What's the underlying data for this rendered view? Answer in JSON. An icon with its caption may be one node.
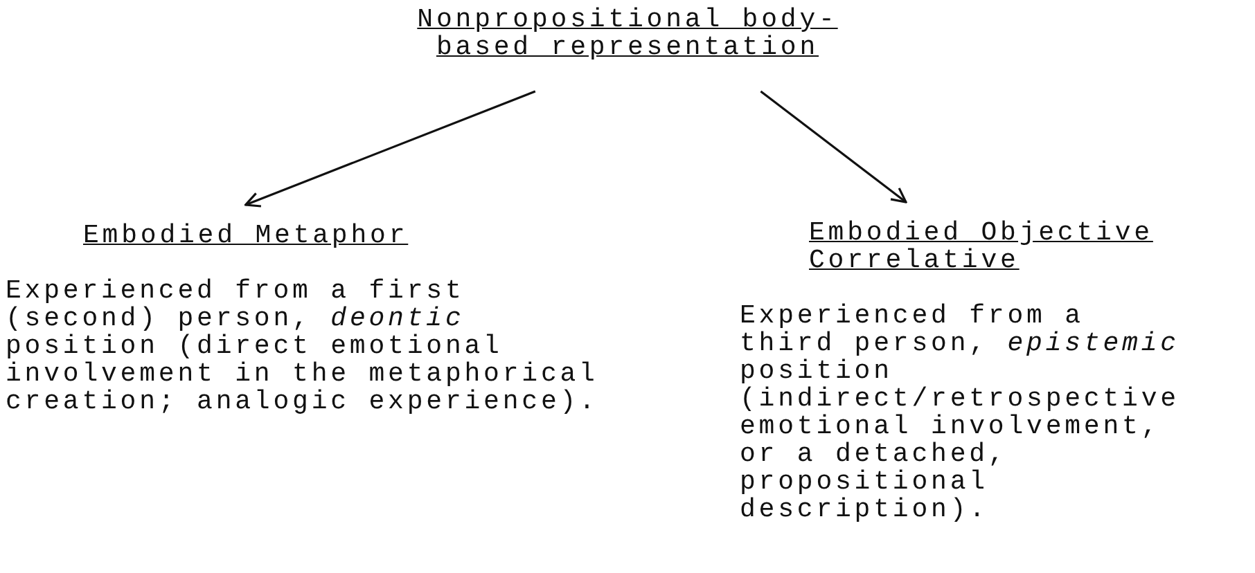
{
  "diagram": {
    "nodes": [
      {
        "text": [
          "Nonpropositional body-based representation"
        ]
      },
      {
        "text": [
          "Embodied Metaphor",
          "Experienced from a first (second) person, *deontic* position (direct emotional involvement in the metaphorical creation; analogic experience)."
        ]
      },
      {
        "text": [
          "Embodied Objective Correlative",
          "Experienced from a third person, *epistemic* position (indirect/retrospective emotional involvement, or a detached, propositional description)."
        ]
      }
    ],
    "edges": [
      {
        "from": 0,
        "to": 1,
        "arrow": "to"
      },
      {
        "from": 0,
        "to": 2,
        "arrow": "to"
      }
    ]
  }
}
